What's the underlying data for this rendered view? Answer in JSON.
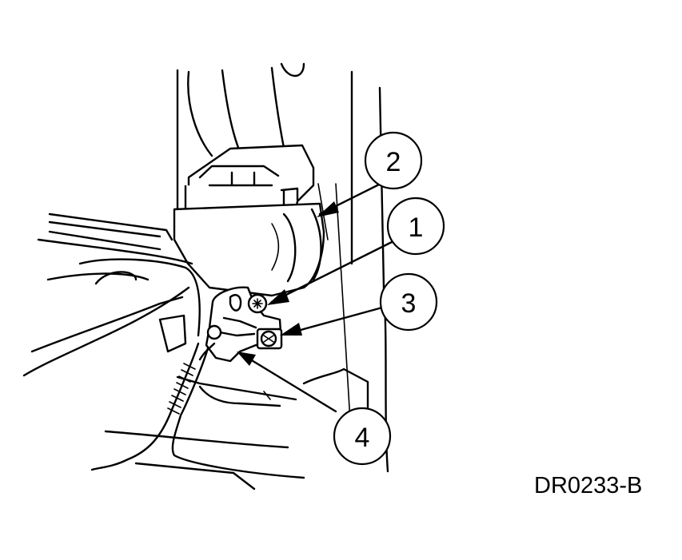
{
  "figure_id": "DR0233-B",
  "callouts": [
    {
      "number": "1"
    },
    {
      "number": "2"
    },
    {
      "number": "3"
    },
    {
      "number": "4"
    }
  ]
}
